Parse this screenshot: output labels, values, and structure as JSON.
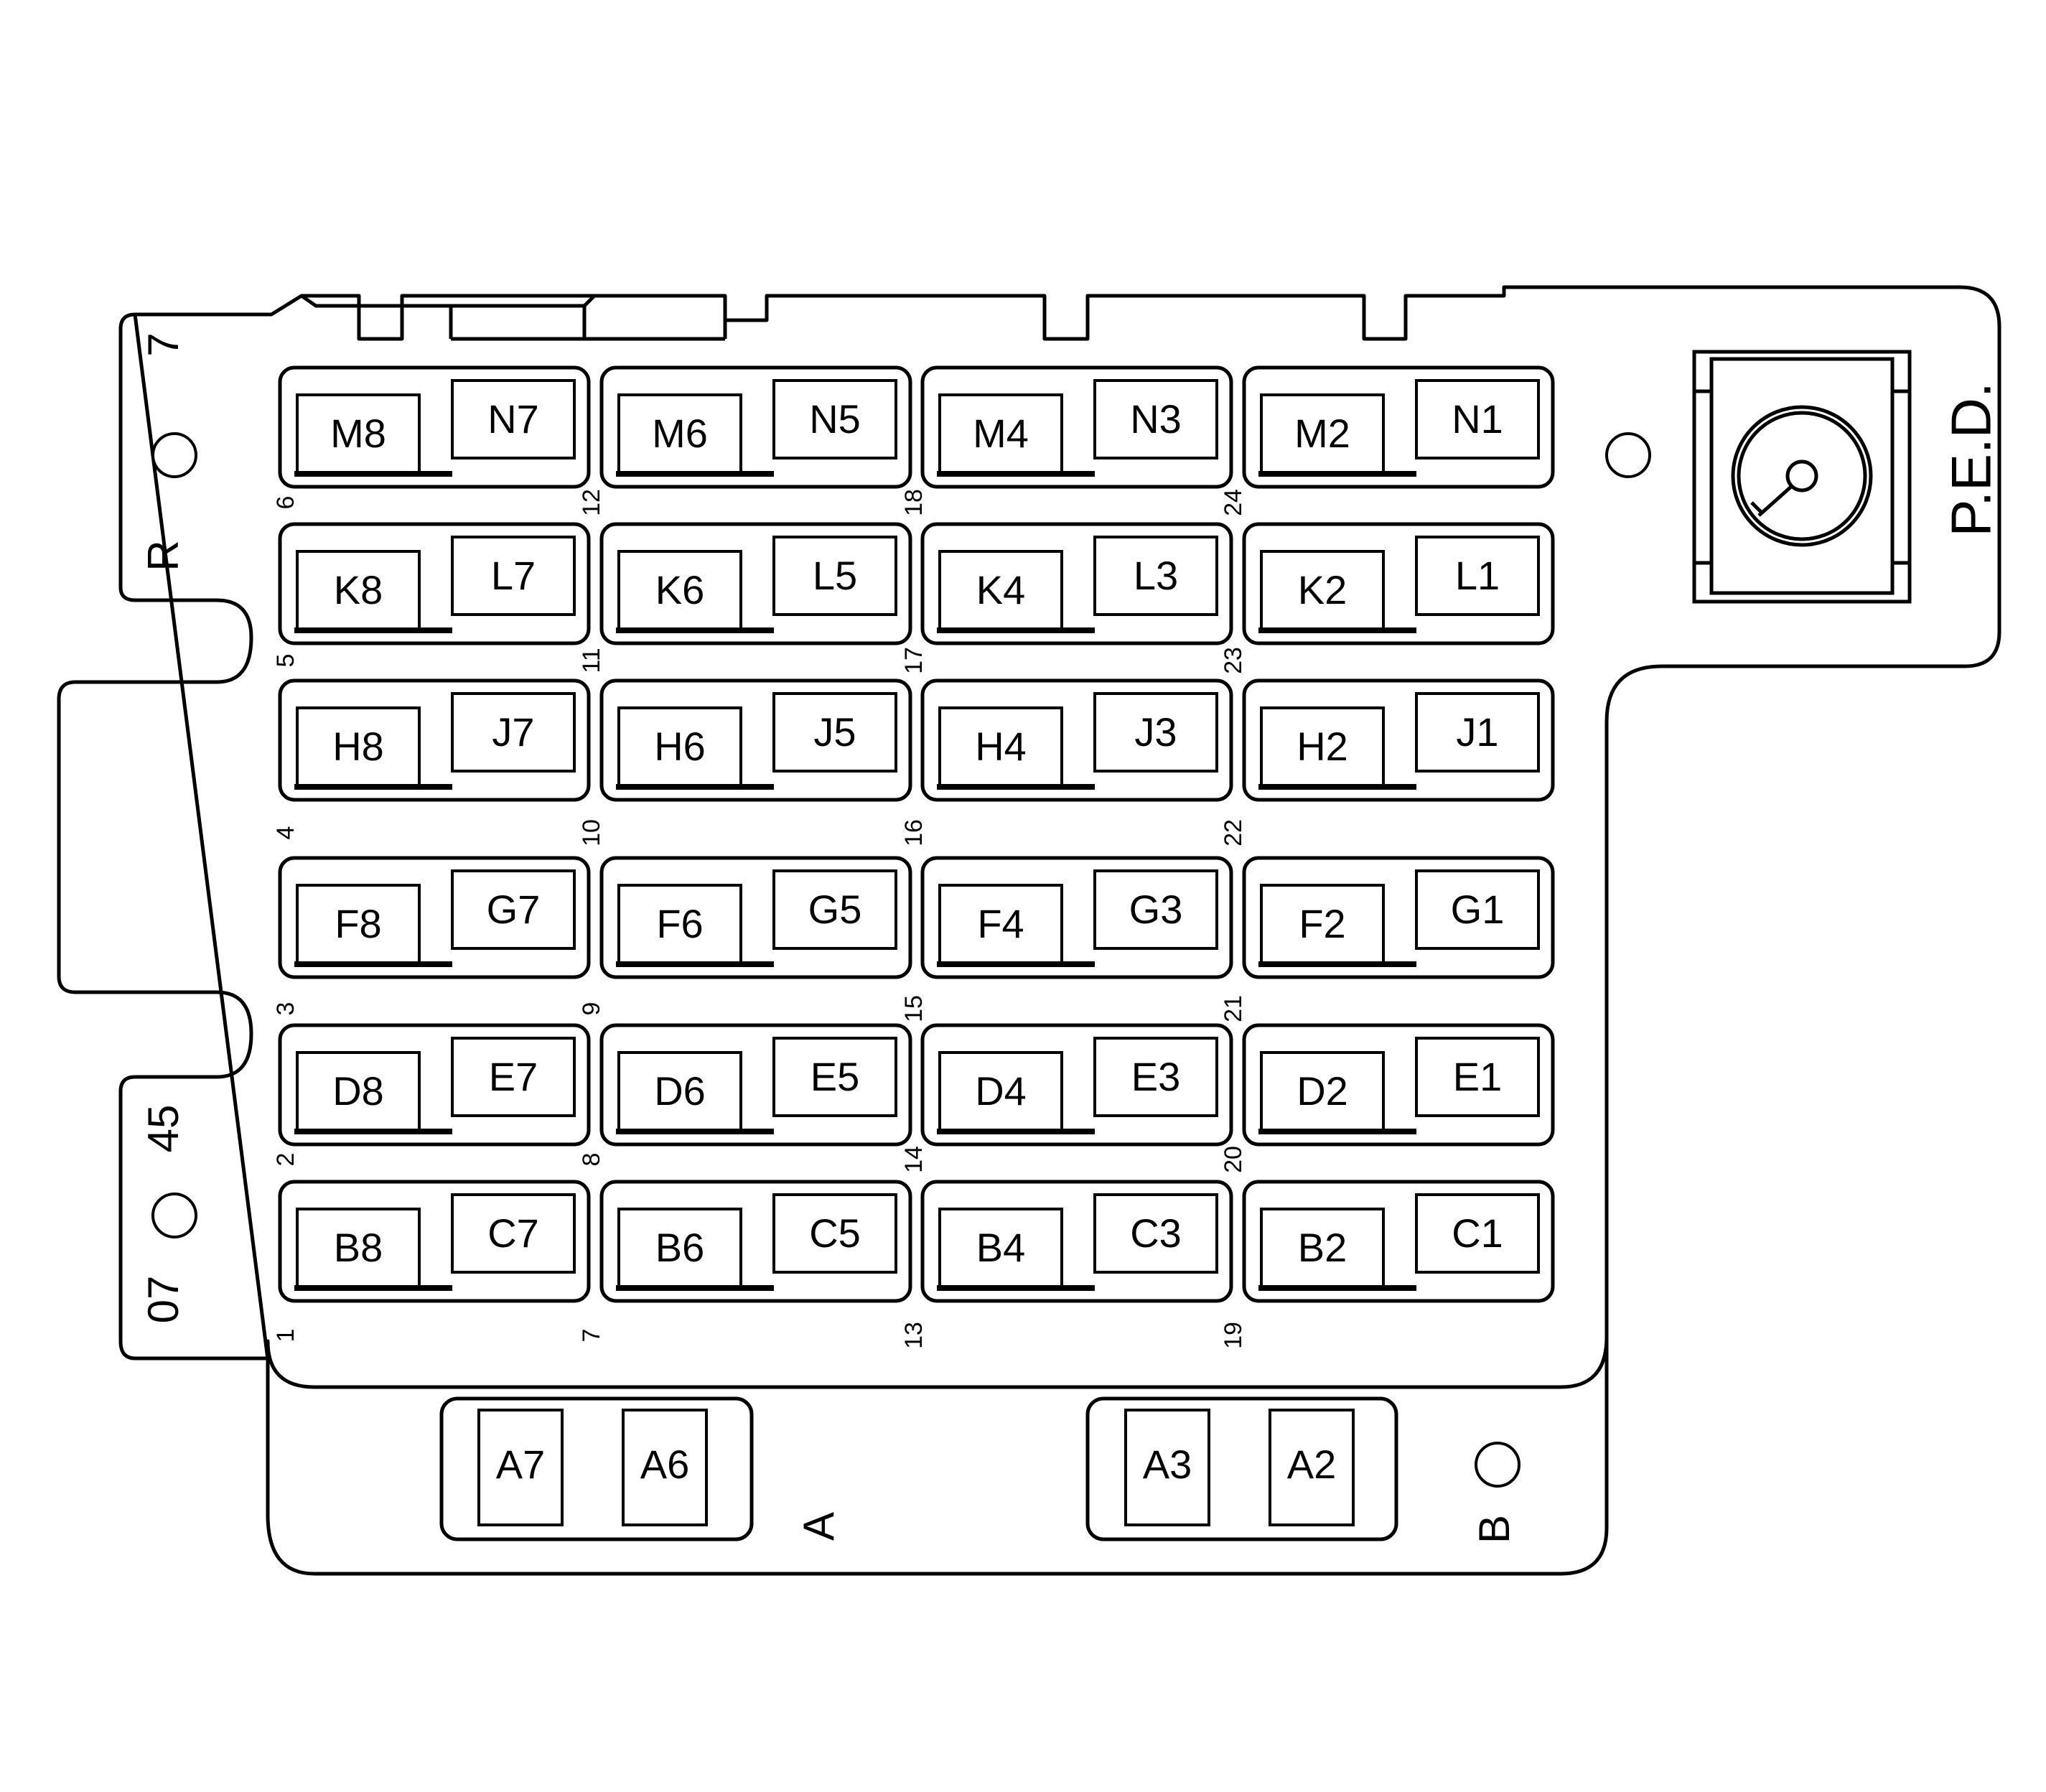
{
  "board": {
    "edge_label_7": "7",
    "edge_label_r": "R",
    "edge_label_45": "45",
    "edge_label_07": "07",
    "ped_label": "P.E.D.",
    "label_a": "A",
    "label_b": "B"
  },
  "rows": [
    {
      "cells": [
        "M8",
        "N7",
        "M6",
        "N5",
        "M4",
        "N3",
        "M2",
        "N1"
      ]
    },
    {
      "cells": [
        "K8",
        "L7",
        "K6",
        "L5",
        "K4",
        "L3",
        "K2",
        "L1"
      ]
    },
    {
      "cells": [
        "H8",
        "J7",
        "H6",
        "J5",
        "H4",
        "J3",
        "H2",
        "J1"
      ]
    },
    {
      "cells": [
        "F8",
        "G7",
        "F6",
        "G5",
        "F4",
        "G3",
        "F2",
        "G1"
      ]
    },
    {
      "cells": [
        "D8",
        "E7",
        "D6",
        "E5",
        "D4",
        "E3",
        "D2",
        "E1"
      ]
    },
    {
      "cells": [
        "B8",
        "C7",
        "B6",
        "C5",
        "B4",
        "C3",
        "B2",
        "C1"
      ]
    }
  ],
  "column_numbers": [
    [
      "6",
      "12",
      "18",
      "24"
    ],
    [
      "5",
      "11",
      "17",
      "23"
    ],
    [
      "4",
      "10",
      "16",
      "22"
    ],
    [
      "3",
      "9",
      "15",
      "21"
    ],
    [
      "2",
      "8",
      "14",
      "20"
    ],
    [
      "1",
      "7",
      "13",
      "19"
    ]
  ],
  "bottom_relays": {
    "group_a": [
      "A7",
      "A6"
    ],
    "group_b": [
      "A3",
      "A2"
    ]
  }
}
